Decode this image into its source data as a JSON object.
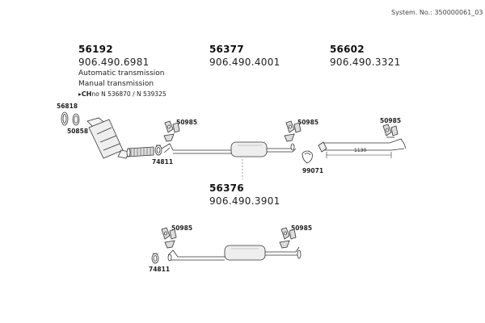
{
  "system_number": "System. No.: 350000061_03",
  "groups": {
    "g1": {
      "part_number": "56192",
      "oem_number": "906.490.6981",
      "notes": [
        "Automatic transmission",
        "Manual transmission"
      ],
      "chassis_prefix": "CH",
      "chassis_text": "no  N 536870 / N 539325"
    },
    "g2": {
      "part_number": "56377",
      "oem_number": "906.490.4001"
    },
    "g3": {
      "part_number": "56602",
      "oem_number": "906.490.3321"
    },
    "g4": {
      "part_number": "56376",
      "oem_number": "906.490.3901"
    }
  },
  "labels": {
    "p56818": "56818",
    "p50858": "50858",
    "p74811_top": "74811",
    "p50985_a": "50985",
    "p50985_b": "50985",
    "p50985_c": "50985",
    "p99071": "99071",
    "p50985_d": "50985",
    "p50985_e": "50985",
    "p74811_bottom": "74811"
  },
  "dimension": "1130"
}
